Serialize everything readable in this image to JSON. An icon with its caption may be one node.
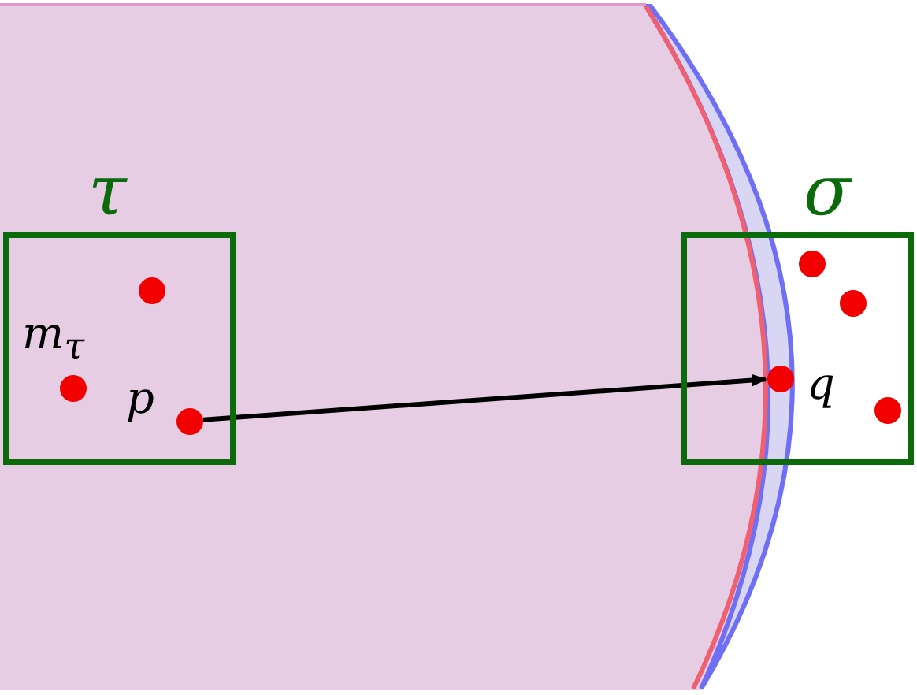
{
  "diagram": {
    "nodes": [
      {
        "text": [
          "τ"
        ]
      },
      {
        "text": [],
        "shape": "circle",
        "in": 0
      },
      {
        "text": [
          "m$_{τ}$"
        ],
        "in": 0
      },
      {
        "text": [
          "p"
        ],
        "in": 0
      },
      {
        "text": [
          "σ"
        ]
      },
      {
        "text": [],
        "shape": "circle",
        "in": 4
      },
      {
        "text": [],
        "shape": "circle",
        "in": 4
      },
      {
        "text": [
          "q"
        ],
        "in": 4
      },
      {
        "text": [],
        "shape": "circle",
        "in": 4
      }
    ],
    "edges": [
      {
        "from": 3,
        "to": 7,
        "arrow": "to"
      }
    ]
  }
}
